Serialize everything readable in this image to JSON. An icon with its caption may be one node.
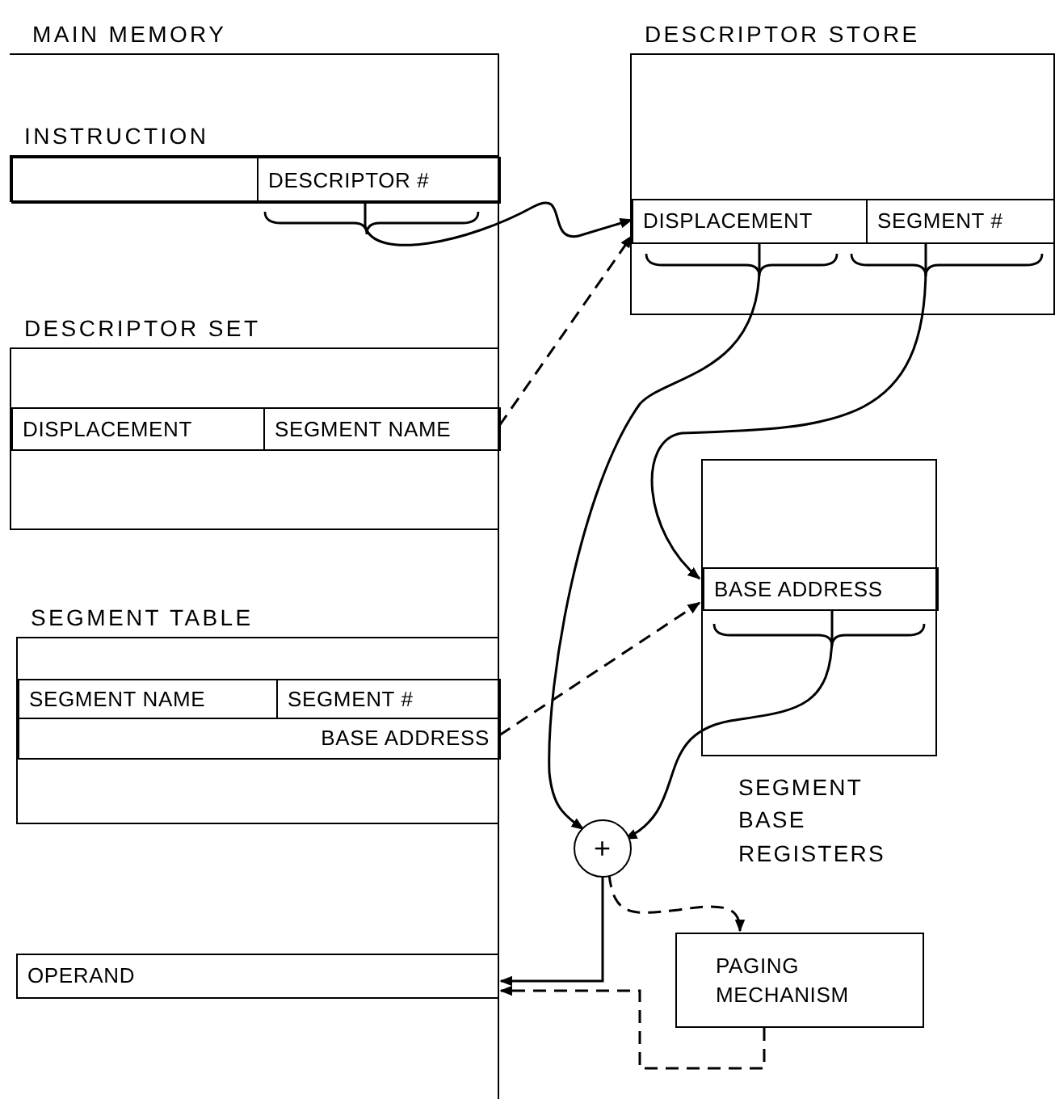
{
  "diagram": {
    "nodes": [
      {
        "text": [
          "MAIN MEMORY"
        ]
      },
      {
        "text": [
          "INSTRUCTION"
        ],
        "in": 0
      },
      {
        "text": [],
        "shape": "box",
        "in": 1
      },
      {
        "text": [
          "DESCRIPTOR #"
        ],
        "in": 1
      },
      {
        "text": [
          "DESCRIPTOR SET"
        ],
        "in": 0
      },
      {
        "text": [
          "DISPLACEMENT"
        ],
        "in": 4
      },
      {
        "text": [
          "SEGMENT NAME"
        ],
        "in": 4
      },
      {
        "text": [
          "SEGMENT TABLE"
        ],
        "in": 0
      },
      {
        "text": [
          "SEGMENT NAME"
        ],
        "in": 7
      },
      {
        "text": [
          "SEGMENT #"
        ],
        "in": 7
      },
      {
        "text": [
          "BASE ADDRESS"
        ],
        "in": 7
      },
      {
        "text": [
          "OPERAND"
        ],
        "in": 0
      },
      {
        "text": [
          "DESCRIPTOR STORE"
        ]
      },
      {
        "text": [
          "DISPLACEMENT"
        ],
        "in": 12
      },
      {
        "text": [
          "SEGMENT #"
        ],
        "in": 12
      },
      {
        "text": [
          "SEGMENT BASE REGISTERS"
        ]
      },
      {
        "text": [
          "BASE ADDRESS"
        ],
        "in": 15
      },
      {
        "text": [
          "+"
        ]
      },
      {
        "text": [
          "PAGING MECHANISM"
        ]
      }
    ],
    "edges": [
      {
        "from": 3,
        "to": 13,
        "arrow": "to"
      },
      {
        "from": 6,
        "to": 13,
        "arrow": "to",
        "style": "dashed"
      },
      {
        "from": 13,
        "to": 17,
        "arrow": "to"
      },
      {
        "from": 14,
        "to": 16,
        "arrow": "to"
      },
      {
        "from": 10,
        "to": 16,
        "arrow": "to",
        "style": "dashed"
      },
      {
        "from": 16,
        "to": 17,
        "arrow": "to"
      },
      {
        "from": 17,
        "to": 11,
        "arrow": "to"
      },
      {
        "from": 17,
        "to": 18,
        "arrow": "to",
        "style": "dashed"
      },
      {
        "from": 18,
        "to": 11,
        "arrow": "to",
        "style": "dashed"
      }
    ]
  }
}
